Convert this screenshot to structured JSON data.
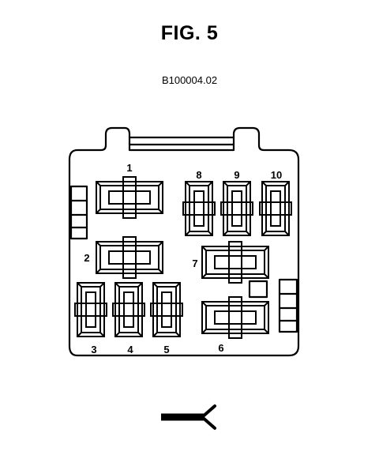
{
  "figure": {
    "title": "FIG. 5",
    "code": "B100004.02"
  },
  "slots": [
    {
      "label": "1"
    },
    {
      "label": "2"
    },
    {
      "label": "3"
    },
    {
      "label": "4"
    },
    {
      "label": "5"
    },
    {
      "label": "6"
    },
    {
      "label": "7"
    },
    {
      "label": "8"
    },
    {
      "label": "9"
    },
    {
      "label": "10"
    }
  ],
  "colors": {
    "ink": "#000000",
    "paper": "#ffffff"
  }
}
